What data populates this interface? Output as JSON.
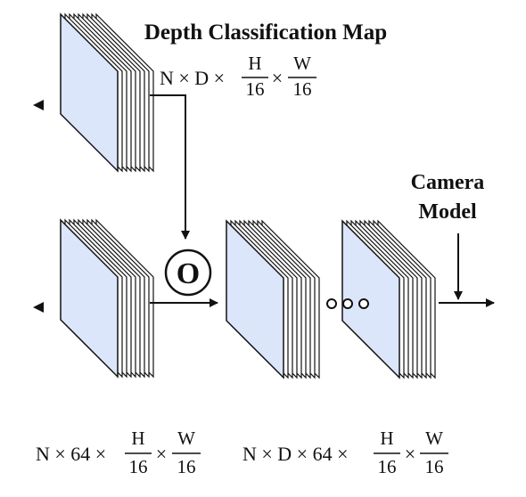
{
  "title": "Depth Classification Map",
  "camera_label": [
    "Camera",
    "Model"
  ],
  "operator_symbol": "O",
  "top_dims": {
    "prefix": "N × D ×",
    "frac1": {
      "num": "H",
      "den": "16"
    },
    "times": "×",
    "frac2": {
      "num": "W",
      "den": "16"
    }
  },
  "bottom_left_dims": {
    "prefix": "N × 64 ×",
    "frac1": {
      "num": "H",
      "den": "16"
    },
    "times": "×",
    "frac2": {
      "num": "W",
      "den": "16"
    }
  },
  "bottom_right_dims": {
    "prefix": "N × D × 64 ×",
    "frac1": {
      "num": "H",
      "den": "16"
    },
    "times": "×",
    "frac2": {
      "num": "W",
      "den": "16"
    }
  },
  "colors": {
    "block_face": "#dbe6fa",
    "block_side": "#ffffff",
    "stroke": "#111111"
  }
}
